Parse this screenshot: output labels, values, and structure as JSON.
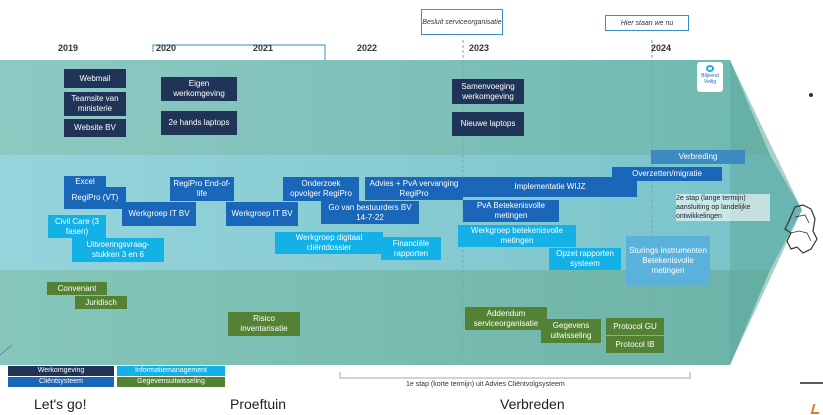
{
  "callouts": {
    "decision": "Besluit serviceorganisatie",
    "now": "Hier staan we nu"
  },
  "years": [
    "2019",
    "2020",
    "2021",
    "2022",
    "2023",
    "2024"
  ],
  "logo": {
    "line1": "Blijvend",
    "line2": "Veilig"
  },
  "lane1": {
    "webmail": "Webmail",
    "teamsite": "Teamsite van ministerie",
    "website": "Website BV",
    "eigen": "Eigen werkomgeving",
    "laptops2": "2e hands laptops",
    "samenvoeging": "Samenvoeging werkomgeving",
    "nieuwe": "Nieuwe laptops"
  },
  "lane2": {
    "excel": "Excel",
    "regipro_vt": "RegiPro (VT)",
    "civil": "Civil Care (3 fasen)",
    "werkgroep_it1": "Werkgroep IT BV",
    "uitvoering": "Uitvoeringsvraag-stukken 3 en 6",
    "regipro_eol": "RegiPro End-of-life",
    "werkgroep_it2": "Werkgroep IT BV",
    "onderzoek": "Onderzoek opvolger RegiPro",
    "advies": "Advies + PvA vervanging RegiPro",
    "go": "Go van bestuurders BV 14-7-22",
    "werkgroep_dossier": "Werkgroep digitaal cliëntdossier",
    "financiele": "Financiële rapporten",
    "implementatie": "Implementatie WIJZ",
    "pva": "PvA Betekenisvolle metingen",
    "werkgroep_bet": "Werkgroep betekenisvolle metingen",
    "opzet": "Opzet rapporten systeem",
    "sturings": "Sturings instrumenten Betekenisvolle metingen",
    "verbreding": "Verbreding",
    "overzetten": "Overzetten/migratie"
  },
  "lane3": {
    "convenant": "Convenant",
    "juridisch": "Juridisch",
    "risico": "Risico inventarisatie",
    "addendum": "Addendum serviceorganisatie",
    "gegevens": "Gegevens uitwisseling",
    "protocol_gu": "Protocol GU",
    "protocol_ib": "Protocol IB"
  },
  "side_note": "2e stap (lange termijn) aansluiting op landelijke ontwikkelingen",
  "bracket_note": "1e stap (korte termijn) uit Advies Cliëntvolgsysteem",
  "legend": {
    "werkomgeving": "Werkomgeving",
    "clientsysteem": "Cliëntsysteem",
    "informatiemanagement": "Informatiemanagement",
    "gegevensuitwisseling": "Gegevensuitwisseling"
  },
  "phases": [
    "Let's go!",
    "Proeftuin",
    "Verbreden"
  ],
  "colors": {
    "navy": "#1f3456",
    "blue": "#1a66b8",
    "cyan": "#14b1e7",
    "green": "#548235",
    "lane_top": "#8ec9c2",
    "lane_mid": "#8fd0d8",
    "lane_bot": "#82c3b8"
  }
}
